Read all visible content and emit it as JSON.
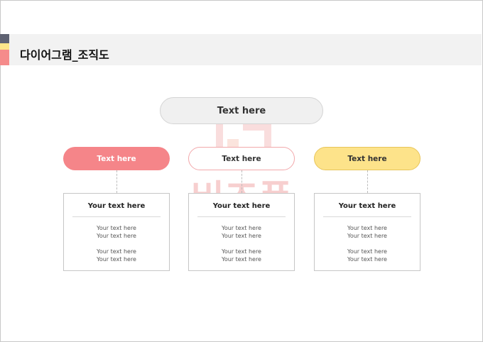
{
  "header": {
    "title": "다이어그램_조직도"
  },
  "colors": {
    "coral": "#f58589",
    "pink_outline": "#f2a8ab",
    "yellow": "#fde38a",
    "dark_slate": "#5f6272",
    "gray_band": "#f2f2f2"
  },
  "watermark": {
    "text": "비즈폼"
  },
  "diagram": {
    "top": {
      "label": "Text here"
    },
    "branches": [
      {
        "label": "Text here",
        "card": {
          "title": "Your text here",
          "lines": [
            "Your text here",
            "Your text here",
            "Your text here",
            "Your text here"
          ]
        }
      },
      {
        "label": "Text here",
        "card": {
          "title": "Your text here",
          "lines": [
            "Your text here",
            "Your text here",
            "Your text here",
            "Your text here"
          ]
        }
      },
      {
        "label": "Text here",
        "card": {
          "title": "Your text here",
          "lines": [
            "Your text here",
            "Your text here",
            "Your text here",
            "Your text here"
          ]
        }
      }
    ]
  }
}
